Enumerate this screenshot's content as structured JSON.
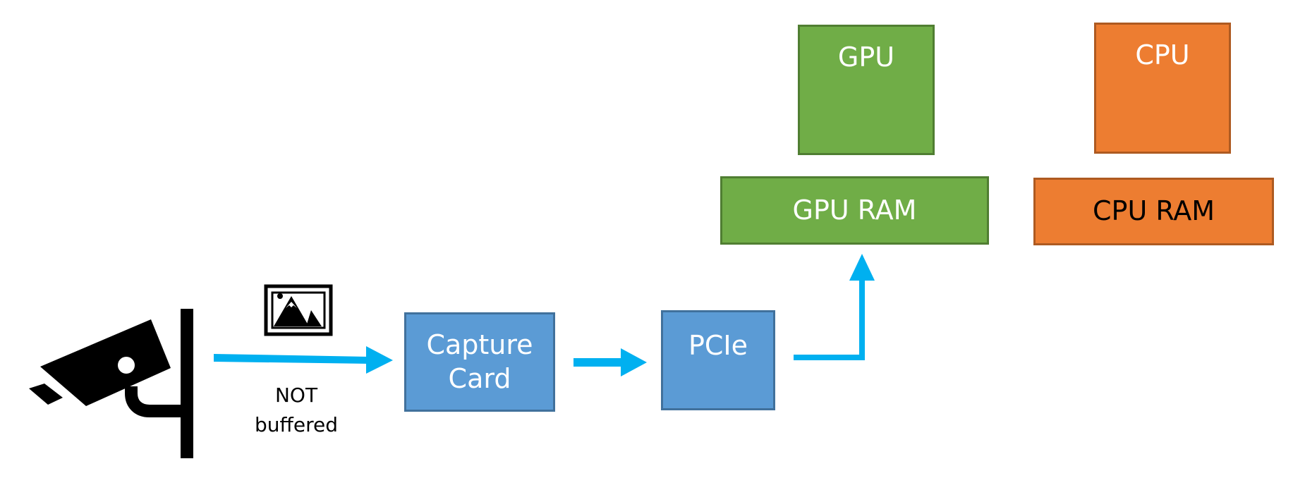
{
  "boxes": {
    "gpu": "GPU",
    "cpu": "CPU",
    "gpu_ram": "GPU RAM",
    "cpu_ram": "CPU RAM",
    "capture_card": [
      "Capture",
      "Card"
    ],
    "pcie": "PCIe"
  },
  "annotation": [
    "NOT",
    "buffered"
  ],
  "icons": [
    "security-camera-icon",
    "image-frame-icon"
  ],
  "colors": {
    "arrow": "#00b0f0",
    "gpu": "#70ad47",
    "cpu": "#ed7d31",
    "hardware": "#5b9bd5"
  }
}
